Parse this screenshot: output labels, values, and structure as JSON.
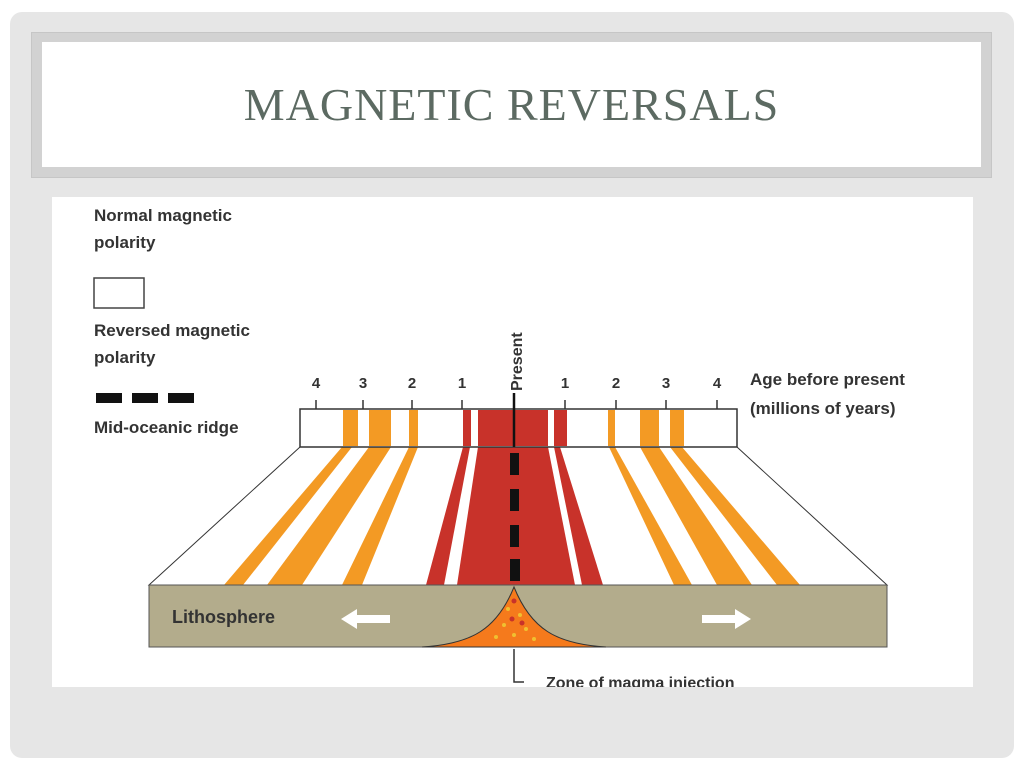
{
  "slide": {
    "title": "MAGNETIC REVERSALS"
  },
  "legend": {
    "normal_line1": "Normal magnetic",
    "normal_line2": "polarity",
    "reversed_line1": "Reversed magnetic",
    "reversed_line2": "polarity",
    "ridge": "Mid-oceanic ridge"
  },
  "timeline": {
    "present": "Present",
    "ticks_left": [
      "4",
      "3",
      "2",
      "1"
    ],
    "ticks_right": [
      "1",
      "2",
      "3",
      "4"
    ],
    "axis_line1": "Age before present",
    "axis_line2": "(millions of years)"
  },
  "cross_section": {
    "lithosphere": "Lithosphere",
    "magma_zone": "Zone of magma injection"
  },
  "colors": {
    "orange": "#f39a24",
    "red": "#c8322a",
    "lithosphere": "#b3ac8c",
    "magma": "#f57a1c",
    "arrow": "#ffffff"
  }
}
